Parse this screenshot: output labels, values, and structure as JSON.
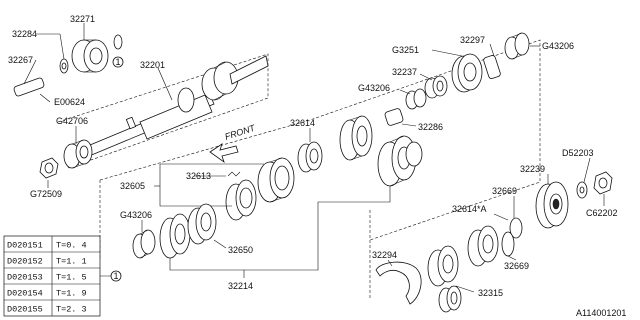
{
  "parts": {
    "p32284": "32284",
    "p32271": "32271",
    "p32267": "32267",
    "p32201": "32201",
    "e00624": "E00624",
    "g42706": "G42706",
    "g72509": "G72509",
    "g3251": "G3251",
    "p32297": "32297",
    "g43206_top": "G43206",
    "p32237": "32237",
    "g43206_mid": "G43206",
    "p32286": "32286",
    "p32614": "32614",
    "p32613": "32613",
    "p32605": "32605",
    "g43206_left": "G43206",
    "p32650": "32650",
    "p32214": "32214",
    "p32239": "32239",
    "d52203": "D52203",
    "p32669_a": "32669",
    "p32614a": "32614*A",
    "c62202": "C62202",
    "p32669_b": "32669",
    "p32294": "32294",
    "p32315": "32315"
  },
  "front_label": "FRONT",
  "circle_ref": "1",
  "shim_table": [
    {
      "part": "D020151",
      "thickness": "T=0. 4"
    },
    {
      "part": "D020152",
      "thickness": "T=1. 1"
    },
    {
      "part": "D020153",
      "thickness": "T=1. 5"
    },
    {
      "part": "D020154",
      "thickness": "T=1. 9"
    },
    {
      "part": "D020155",
      "thickness": "T=2. 3"
    }
  ],
  "diagram_id": "A114001201"
}
